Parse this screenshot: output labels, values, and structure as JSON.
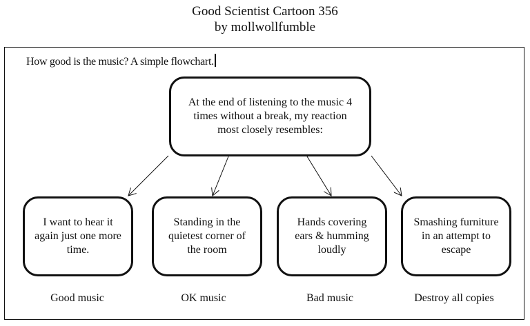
{
  "header": {
    "title": "Good Scientist Cartoon 356",
    "byline": "by mollwollfumble"
  },
  "caption": "How good is the music? A simple flowchart.",
  "flowchart": {
    "question": "At the end of listening to the music 4 times without a break, my reaction most closely resembles:",
    "options": [
      {
        "reaction": "I want to hear it again just one more time.",
        "verdict": "Good music"
      },
      {
        "reaction": "Standing in the quietest corner of the room",
        "verdict": "OK music"
      },
      {
        "reaction": "Hands covering ears & humming loudly",
        "verdict": "Bad music"
      },
      {
        "reaction": "Smashing furniture in an attempt to escape",
        "verdict": "Destroy all copies"
      }
    ]
  },
  "colors": {
    "ink": "#111111",
    "background": "#ffffff"
  }
}
